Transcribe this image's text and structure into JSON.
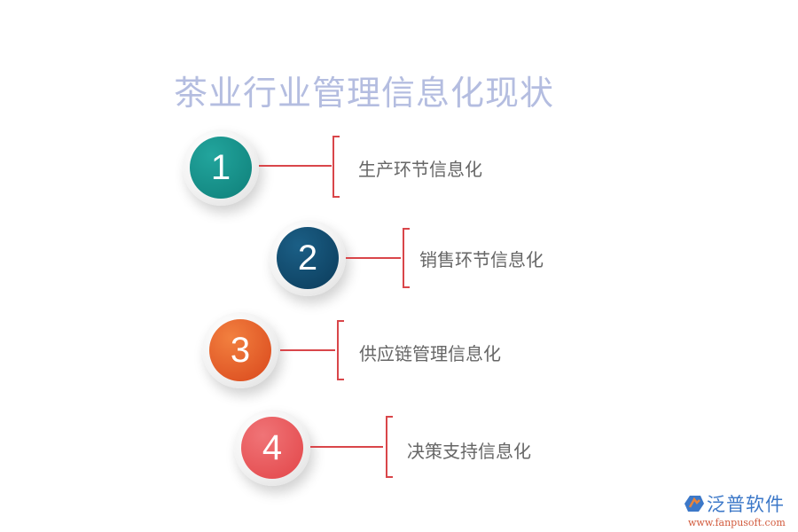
{
  "title": "茶业行业管理信息化现状",
  "items": [
    {
      "number": "1",
      "label": "生产环节信息化",
      "color": "#17918b"
    },
    {
      "number": "2",
      "label": "销售环节信息化",
      "color": "#0f4a6e"
    },
    {
      "number": "3",
      "label": "供应链管理信息化",
      "color": "#e8562a"
    },
    {
      "number": "4",
      "label": "决策支持信息化",
      "color": "#e9595c"
    }
  ],
  "connector_color": "#d9464a",
  "logo": {
    "name": "泛普软件",
    "url": "www.fanpusoft.com"
  }
}
